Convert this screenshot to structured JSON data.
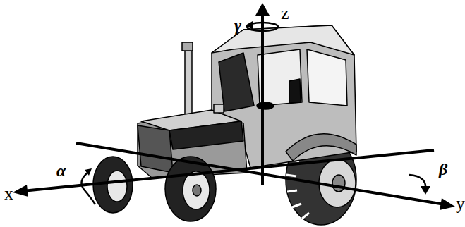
{
  "diagram": {
    "labels": [
      "z",
      "γ",
      "α",
      "β",
      "x",
      "y"
    ]
  }
}
